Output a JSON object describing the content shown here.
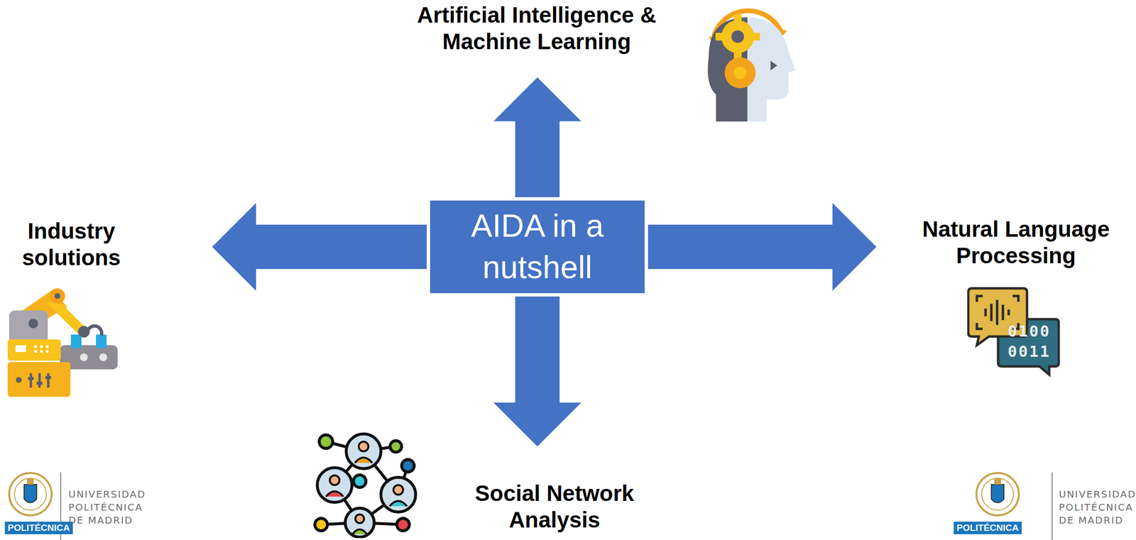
{
  "diagram": {
    "nodes": [
      {
        "text": [
          "AIDA in a nutshell"
        ]
      },
      {
        "text": [
          "Artificial Intelligence & Machine Learning"
        ]
      },
      {
        "text": [
          "Industry solutions"
        ]
      },
      {
        "text": [
          "Natural Language Processing"
        ]
      },
      {
        "text": [
          "Social Network Analysis"
        ]
      }
    ],
    "edges": [
      {
        "from": 0,
        "to": 1,
        "arrow": "to"
      },
      {
        "from": 0,
        "to": 2,
        "arrow": "to"
      },
      {
        "from": 0,
        "to": 3,
        "arrow": "to"
      },
      {
        "from": 0,
        "to": 4,
        "arrow": "to"
      }
    ],
    "labels": [
      "0100",
      "0011",
      "POLITÉCNICA",
      "UNIVERSIDAD POLITÉCNICA DE MADRID",
      "POLITÉCNICA",
      "UNIVERSIDAD POLITÉCNICA DE MADRID"
    ]
  }
}
